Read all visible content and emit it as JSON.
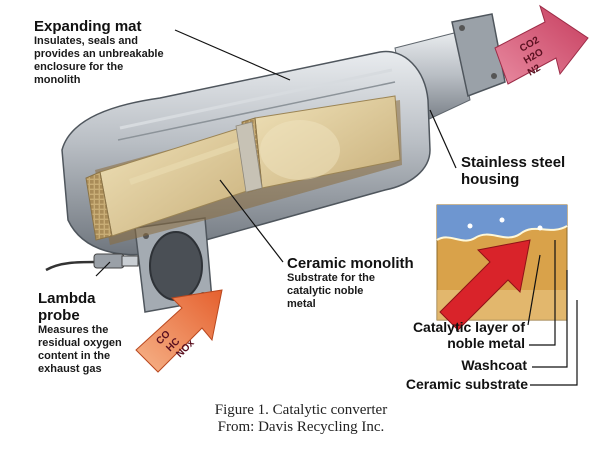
{
  "labels": {
    "expanding_mat": {
      "title": "Expanding mat",
      "description": [
        "Insulates, seals and",
        "provides an unbreakable",
        "enclosure for the",
        "monolith"
      ]
    },
    "stainless_steel": {
      "title": [
        "Stainless steel",
        "housing"
      ]
    },
    "ceramic_monolith": {
      "title": "Ceramic monolith",
      "description": [
        "Substrate for the",
        "catalytic noble",
        "metal"
      ]
    },
    "lambda_probe": {
      "title": [
        "Lambda",
        "probe"
      ],
      "description": [
        "Measures the",
        "residual oxygen",
        "content in the",
        "exhaust gas"
      ]
    },
    "catalytic_layer": {
      "title": [
        "Catalytic layer of",
        "noble metal"
      ]
    },
    "washcoat": {
      "title": "Washcoat"
    },
    "ceramic_substrate": {
      "title": "Ceramic substrate"
    }
  },
  "gases": {
    "inlet": [
      "CO",
      "HC",
      "NOx"
    ],
    "outlet": [
      "CO2",
      "H2O",
      "N2"
    ]
  },
  "caption": {
    "line1": "Figure 1. Catalytic converter",
    "line2": "From: Davis Recycling Inc."
  },
  "colors": {
    "steel": "#b9bec4",
    "steel_dark": "#7d848c",
    "monolith": "#dcc99a",
    "monolith_dark": "#b9a170",
    "arrow_in": "#e96f3a",
    "arrow_out": "#d4506a",
    "washcoat": "#d9a24a",
    "noble_metal": "#4a7fbf"
  }
}
